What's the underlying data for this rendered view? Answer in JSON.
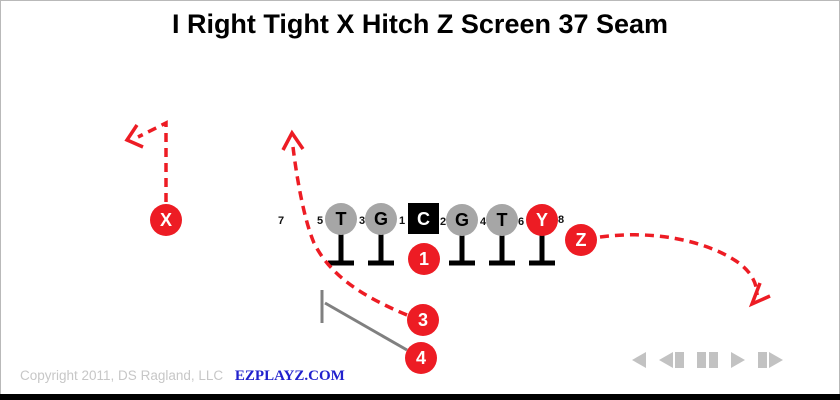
{
  "title": "I Right Tight X Hitch Z Screen 37 Seam",
  "formation": {
    "gap_numbers": [
      "7",
      "5",
      "3",
      "1",
      "2",
      "4",
      "6",
      "8"
    ],
    "linemen": [
      {
        "label": "T",
        "type": "tackle"
      },
      {
        "label": "G",
        "type": "guard"
      },
      {
        "label": "C",
        "type": "center"
      },
      {
        "label": "G",
        "type": "guard"
      },
      {
        "label": "T",
        "type": "tackle"
      },
      {
        "label": "Y",
        "type": "tight-end"
      }
    ],
    "skill_players": [
      {
        "label": "X",
        "role": "split-end"
      },
      {
        "label": "Z",
        "role": "flanker"
      },
      {
        "label": "1",
        "role": "quarterback"
      },
      {
        "label": "3",
        "role": "back"
      },
      {
        "label": "4",
        "role": "back"
      }
    ]
  },
  "routes": [
    {
      "player": "X",
      "type": "hitch",
      "style": "dashed-red-arrow"
    },
    {
      "player": "3",
      "type": "seam",
      "style": "dashed-red-arrow"
    },
    {
      "player": "Z",
      "type": "screen",
      "style": "dashed-red-arrow"
    },
    {
      "player": "4",
      "type": "block",
      "style": "solid-gray-line"
    }
  ],
  "footer": {
    "copyright": "Copyright 2011, DS Ragland, LLC",
    "site_link": "EZPLAYZ.COM"
  },
  "nav": {
    "icons": [
      "rewind-icon",
      "step-back-icon",
      "pause-icon",
      "play-icon",
      "step-forward-icon"
    ]
  },
  "colors": {
    "route_red": "#ED1C24",
    "player_gray": "#a6a6a6",
    "center_black": "#000000",
    "block_gray": "#808080",
    "nav_gray": "#c2c2c2",
    "copyright_gray": "#c7c7c7",
    "link_blue": "#2121cd"
  }
}
